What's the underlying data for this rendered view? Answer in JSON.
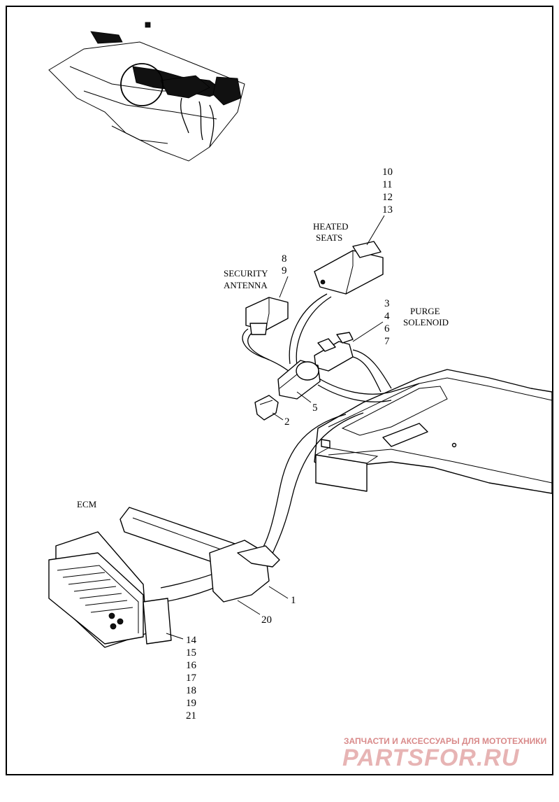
{
  "labels": {
    "heated_seats": [
      "HEATED",
      "SEATS"
    ],
    "security_antenna": [
      "SECURITY",
      "ANTENNA"
    ],
    "purge_solenoid": [
      "PURGE",
      "SOLENOID"
    ],
    "ecm": "ECM"
  },
  "callouts": {
    "heated_seats": [
      "10",
      "11",
      "12",
      "13"
    ],
    "security_antenna": [
      "8",
      "9"
    ],
    "purge_solenoid": [
      "3",
      "4",
      "6",
      "7"
    ],
    "part_5": "5",
    "part_2": "2",
    "part_1": "1",
    "part_20": "20",
    "ecm_connector": [
      "14",
      "15",
      "16",
      "17",
      "18",
      "19",
      "21"
    ]
  },
  "watermark": {
    "tagline": "ЗАПЧАСТИ И АКСЕССУАРЫ ДЛЯ МОТОТЕХНИКИ",
    "logo": "PARTSFOR.RU"
  }
}
